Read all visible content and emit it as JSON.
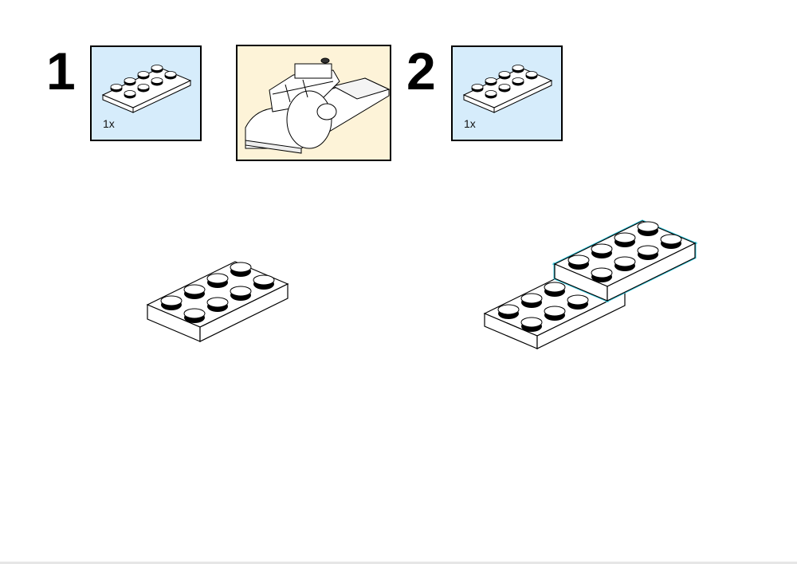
{
  "steps": [
    {
      "number": "1",
      "quantity": "1x"
    },
    {
      "number": "2",
      "quantity": "1x"
    }
  ],
  "parts": [
    {
      "icon": "plate-2x4-icon",
      "color": "#ffffff"
    },
    {
      "icon": "plate-2x4-icon",
      "color": "#ffffff"
    }
  ],
  "colors": {
    "parts_background": "#d6ecfb",
    "preview_background": "#fdf3d8",
    "highlight_outline": "#35c9de"
  },
  "preview": {
    "icon": "finished-model-icon"
  }
}
